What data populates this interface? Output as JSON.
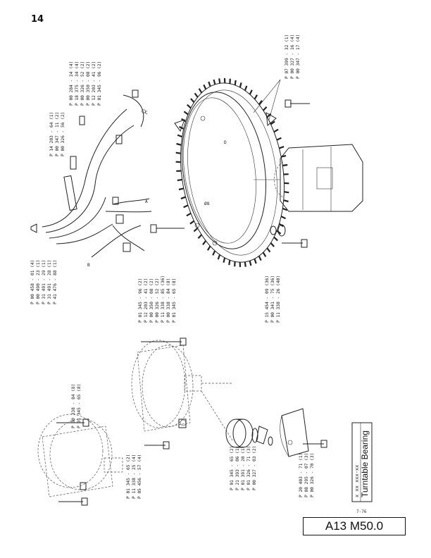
{
  "page_number": "14",
  "doc_code": "A13 M50.0",
  "footer": {
    "title": "Turntable Bearing",
    "code": "x xx xxx-xx",
    "date": "7-76"
  },
  "labels": {
    "g1": [
      "P 00 284 - 24 (4)",
      "P 18 375 - 34 (4)",
      "P 00 326 - 52 (2)",
      "P 00 350 - 08 (2)",
      "P 12 203 - 41 (2)",
      "P 01 345 - 96 (2)"
    ],
    "g2": [
      "P 14 203 - 64 (1)",
      "P 00 347 - 11 (2)",
      "P 00 326 - 56 (2)"
    ],
    "g3": [
      "P 07 399 - 32 (1)",
      "P 00 327 - 16 (4)",
      "P 00 347 - 17 (4)"
    ],
    "g4": [
      "P 00 458 - 01 (4)",
      "P 00 490 - 23 (1)",
      "P 31 491 - 29 (1)",
      "P 31 491 - 28 (1)",
      "P 41 476 - 88 (1)"
    ],
    "g5": [
      "P 01 345 - 96 (2)",
      "P 12 203 - 41 (2)",
      "P 00 350 - 08 (2)",
      "P 00 326 - 52 (2)",
      "P 11 338 - 85 (36)",
      "P 00 338 - 84 (8)",
      "P 01 345 - 65 (8)"
    ],
    "g6": [
      "P 15 454 - 09 (36)",
      "P 00 341 - 75 (36)",
      "P 11 338 - 26 (40)"
    ],
    "g7": [
      "P 00 338 - 84 (8)",
      "P 01 345 - 65 (8)"
    ],
    "g8": [
      "P 01 345 - 65 (2)",
      "P 11 338 - 25 (4)",
      "P 05 456 - 57 (4)"
    ],
    "g9": [
      "P 01 345 - 65 (2)",
      "P 21 393 - 06 (1)",
      "P 01 391 - 20 (1)",
      "P 01 326 - 71 (3)",
      "P 00 327 - 03 (2)"
    ],
    "g10": [
      "P 20 403 - 71 (1)",
      "P 08 295 - 07 (3)",
      "P 00 326 - 70 (3)"
    ]
  },
  "markers": {
    "a": "A",
    "b": "B",
    "c": "C",
    "d8": "Ø8",
    "d": "D"
  }
}
